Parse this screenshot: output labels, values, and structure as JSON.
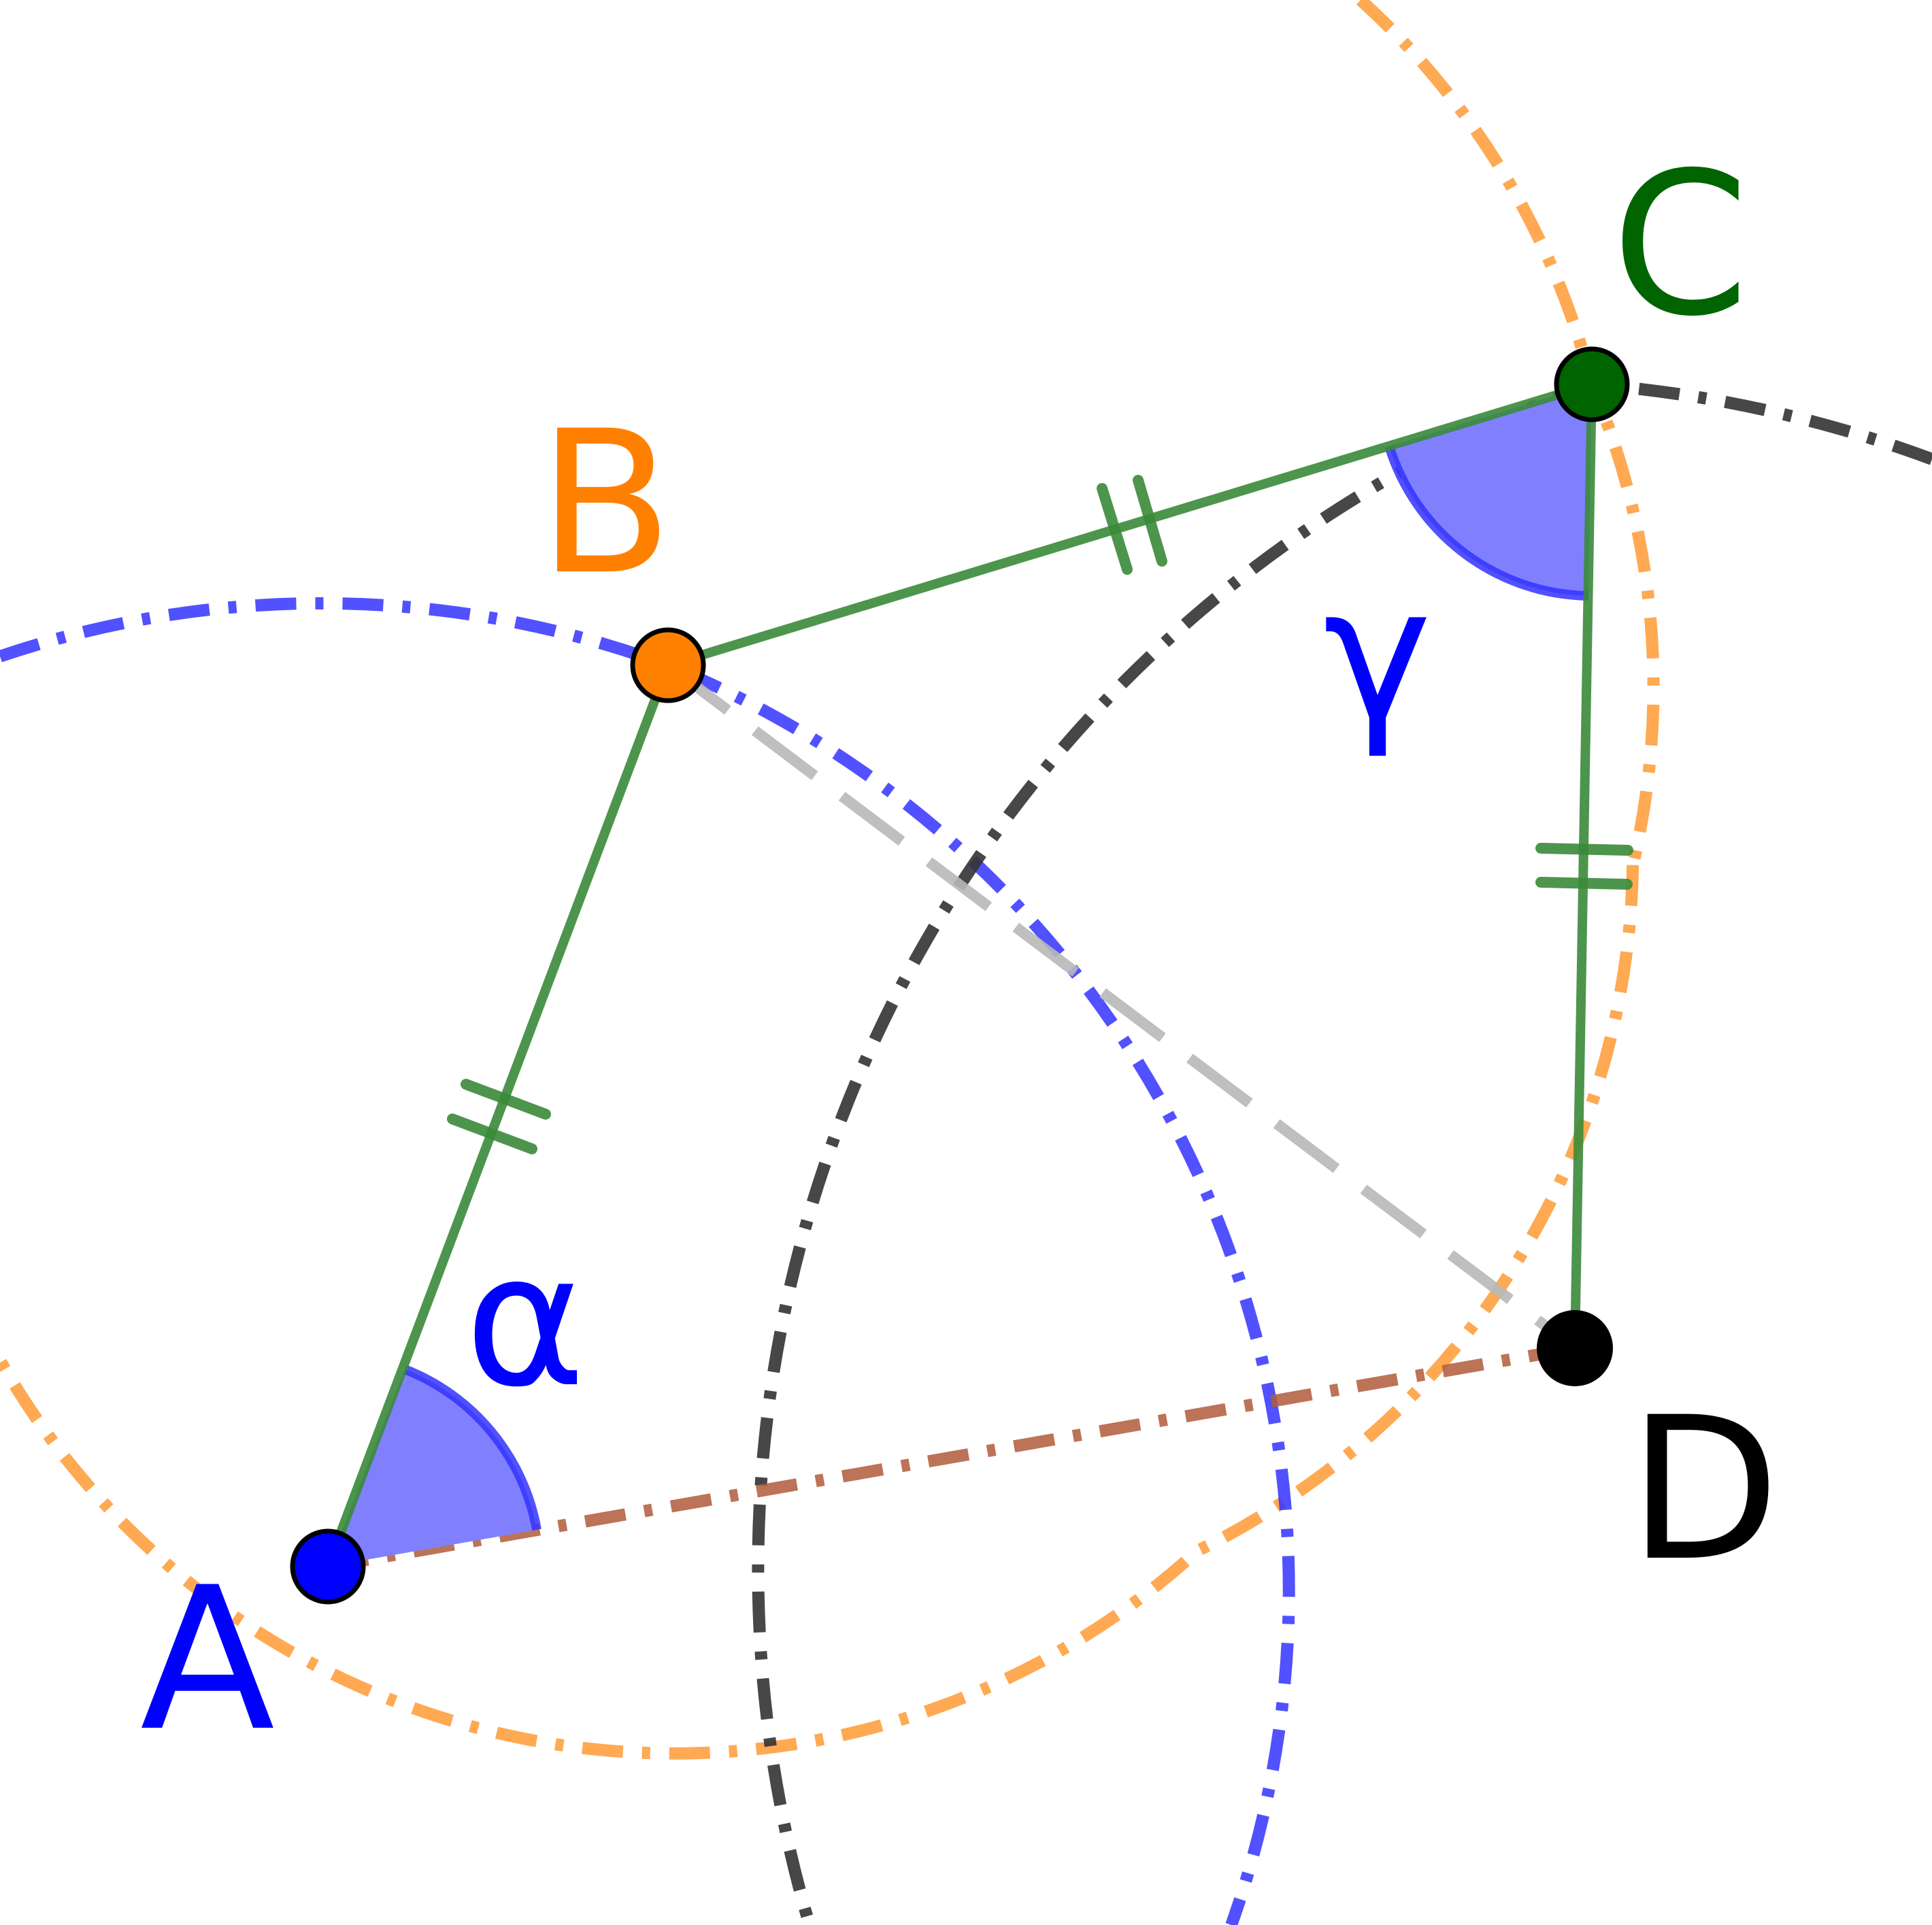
{
  "points": {
    "A": {
      "label": "A",
      "color": "#0000ff"
    },
    "B": {
      "label": "B",
      "color": "#ff8000"
    },
    "C": {
      "label": "C",
      "color": "#006400"
    },
    "D": {
      "label": "D",
      "color": "#000000"
    }
  },
  "angles": {
    "alpha": {
      "label": "α",
      "color": "#0000ff",
      "fill": "#8080ff"
    },
    "gamma": {
      "label": "γ",
      "color": "#0000ff",
      "fill": "#8080ff"
    }
  },
  "colors": {
    "side": "#3a8a3a",
    "circle_orange": "#ffa040",
    "circle_blue": "#3333ff",
    "circle_dark": "#333333",
    "diagonal_ad": "#b05a3a",
    "diagonal_bd": "#b8b8b8"
  }
}
